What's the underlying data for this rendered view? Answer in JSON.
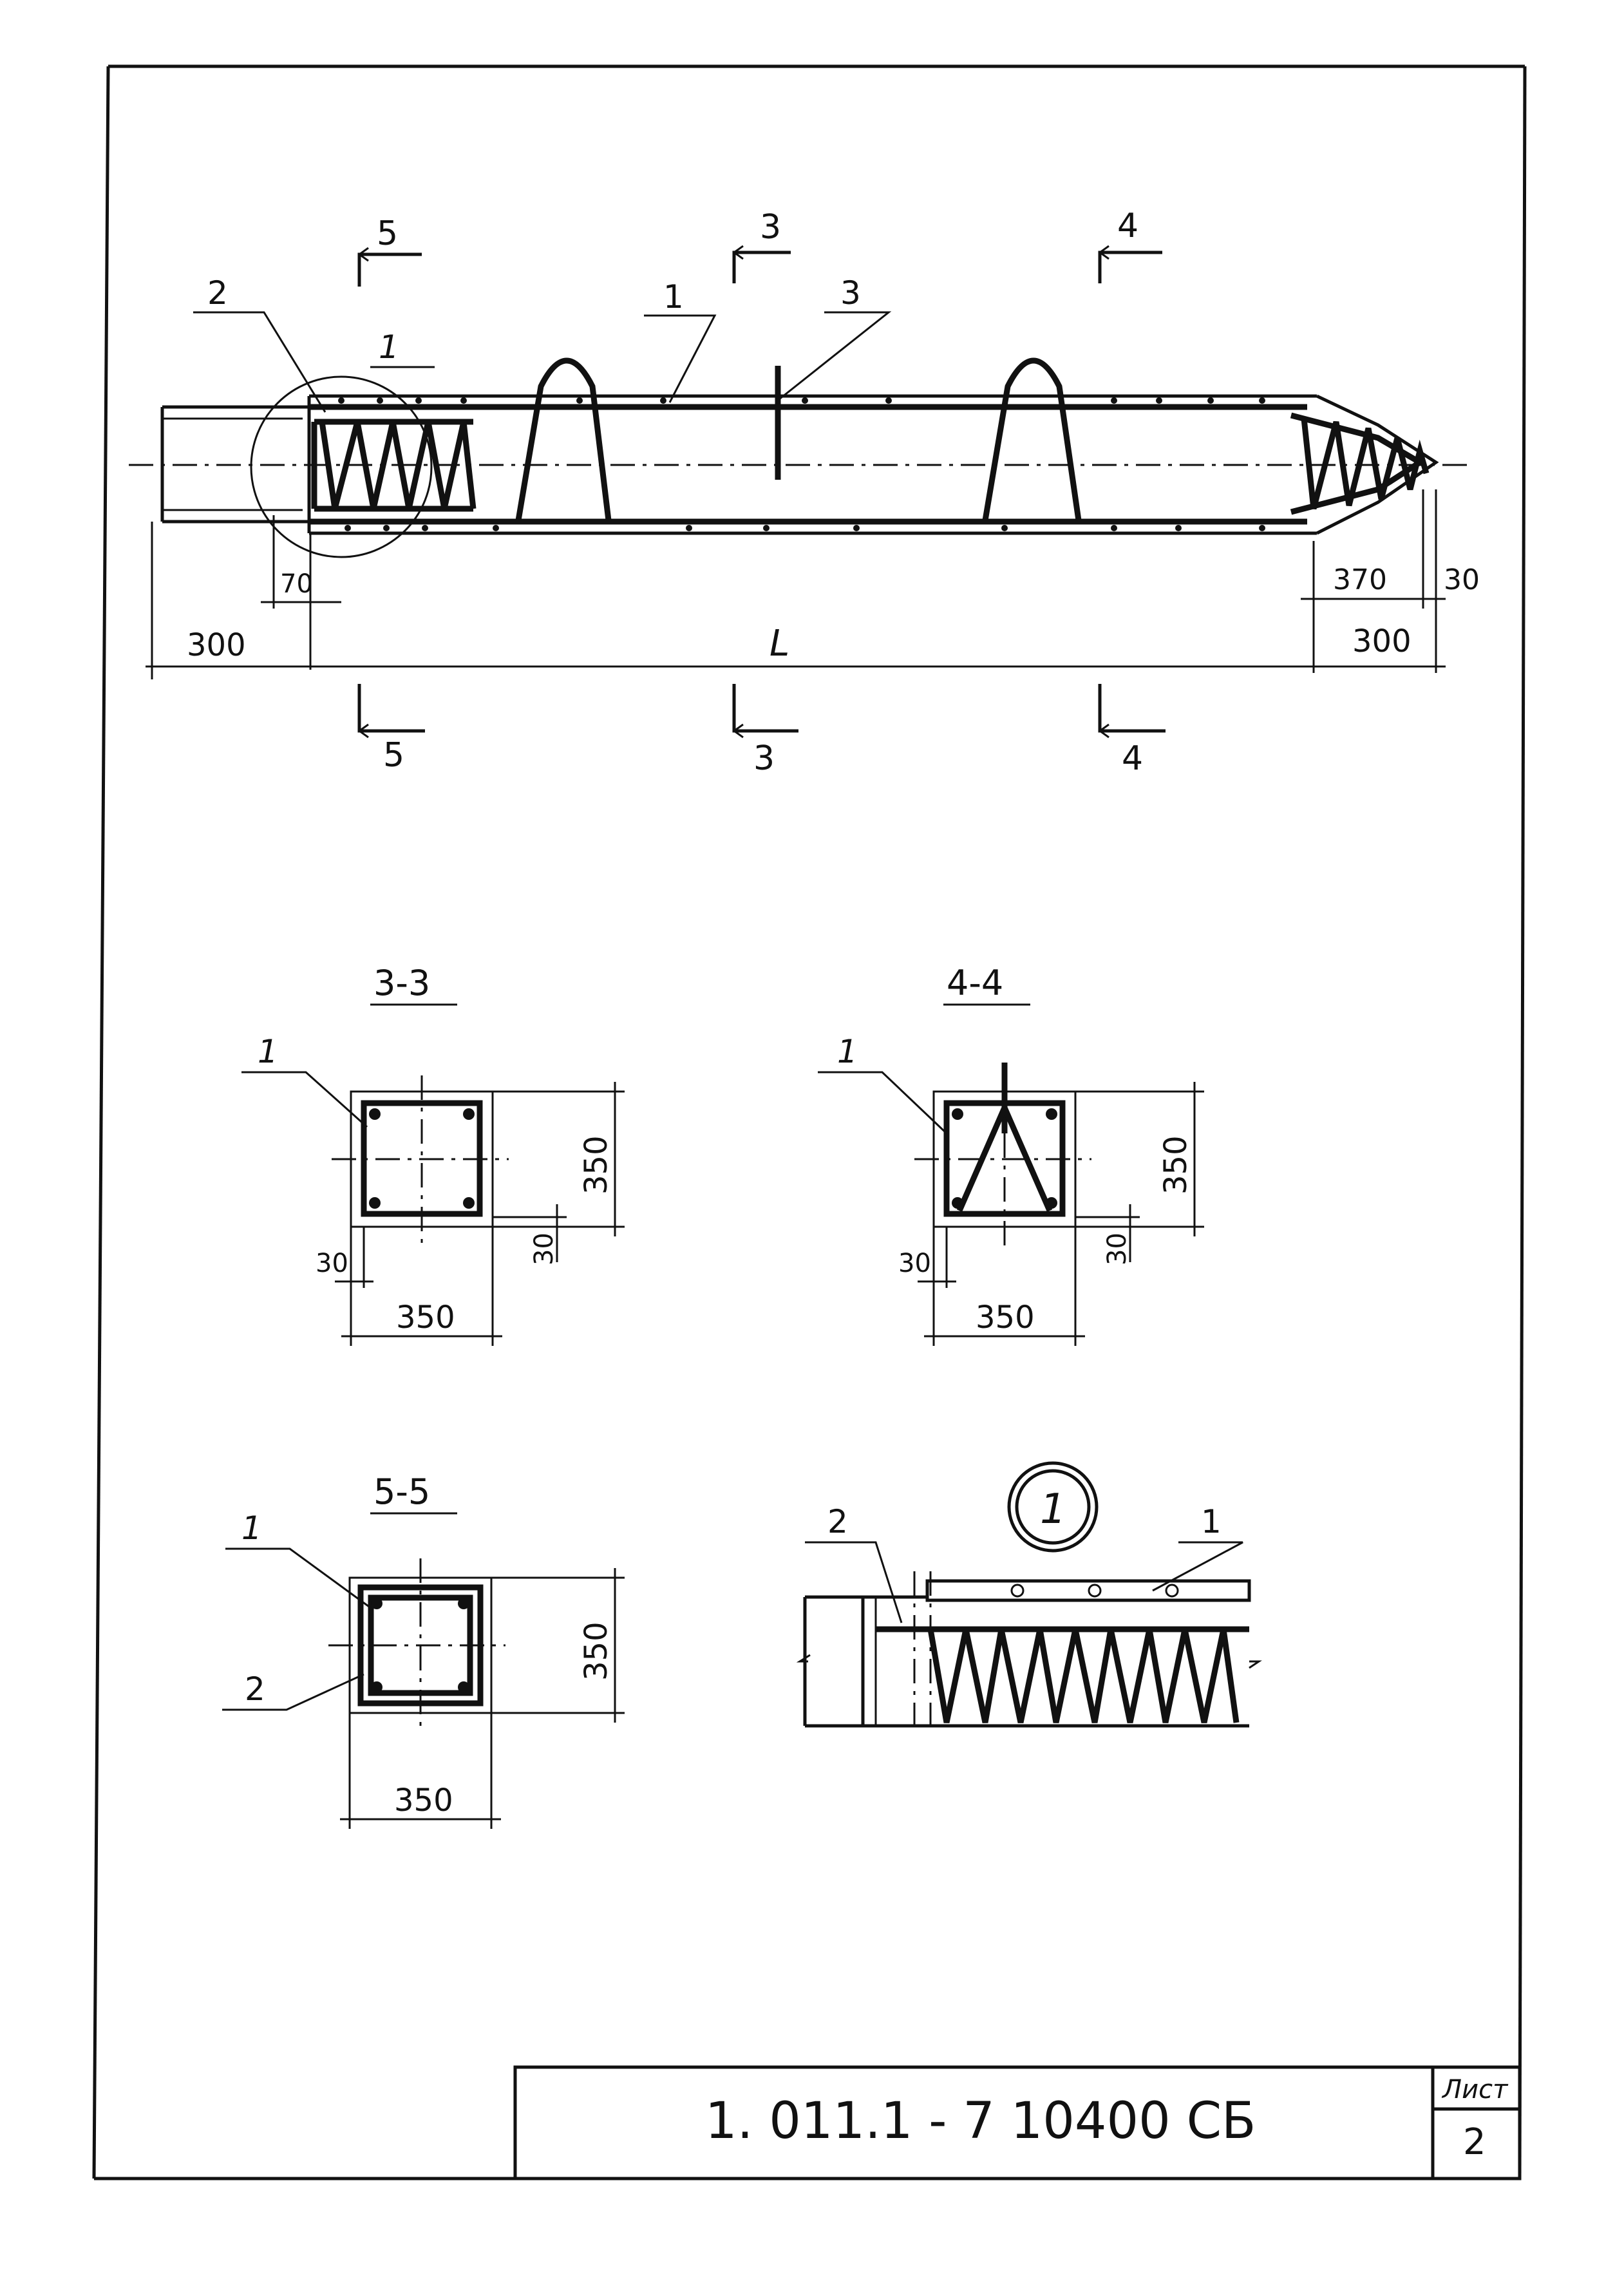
{
  "main_view": {
    "section_marks": {
      "s5_top": "5",
      "s3_top": "3",
      "s4_top": "4",
      "s5_bottom": "5",
      "s3_bottom": "3",
      "s4_bottom": "4"
    },
    "callouts": {
      "pos2": "2",
      "pos1": "1",
      "pos3": "3",
      "detail1": "1"
    },
    "dims": {
      "d70": "70",
      "d300_left": "300",
      "d_L": "L",
      "d370": "370",
      "d30": "30",
      "d300_right": "300"
    }
  },
  "section_3_3": {
    "title": "3-3",
    "callout_1": "1",
    "dim_height": "350",
    "dim_cover_right": "30",
    "dim_cover_left": "30",
    "dim_width": "350"
  },
  "section_4_4": {
    "title": "4-4",
    "callout_1": "1",
    "dim_height": "350",
    "dim_cover_right": "30",
    "dim_cover_left": "30",
    "dim_width": "350"
  },
  "section_5_5": {
    "title": "5-5",
    "callout_1": "1",
    "callout_2": "2",
    "dim_height": "350",
    "dim_width": "350"
  },
  "detail_1": {
    "title": "1",
    "callout_2": "2",
    "callout_1": "1"
  },
  "title_block": {
    "code": "1. 011.1 - 7   10400 СБ",
    "sheet_label": "Лист",
    "sheet_number": "2"
  }
}
